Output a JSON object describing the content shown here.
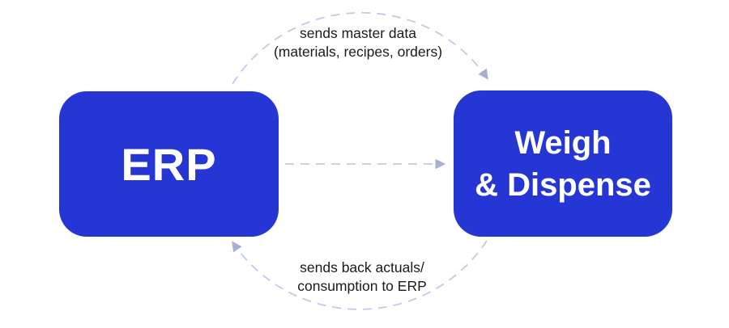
{
  "colors": {
    "background": "#ffffff",
    "box_fill": "#2636d4",
    "box_text": "#ffffff",
    "arrow_stroke": "#c5c8ea",
    "arrowhead_fill": "#a9aed6",
    "label_color": "#1b1b1b"
  },
  "boxes": {
    "erp": {
      "label": "ERP"
    },
    "weigh_dispense": {
      "lines": [
        "Weigh",
        "& Dispense"
      ]
    }
  },
  "arrows": {
    "top": {
      "direction": "erp-to-weigh-dispense",
      "lines": [
        "sends master data",
        "(materials, recipes, orders)"
      ]
    },
    "middle": {
      "direction": "erp-to-weigh-dispense",
      "lines": []
    },
    "bottom": {
      "direction": "weigh-dispense-to-erp",
      "lines": [
        "sends back actuals/",
        "consumption to ERP"
      ]
    }
  }
}
